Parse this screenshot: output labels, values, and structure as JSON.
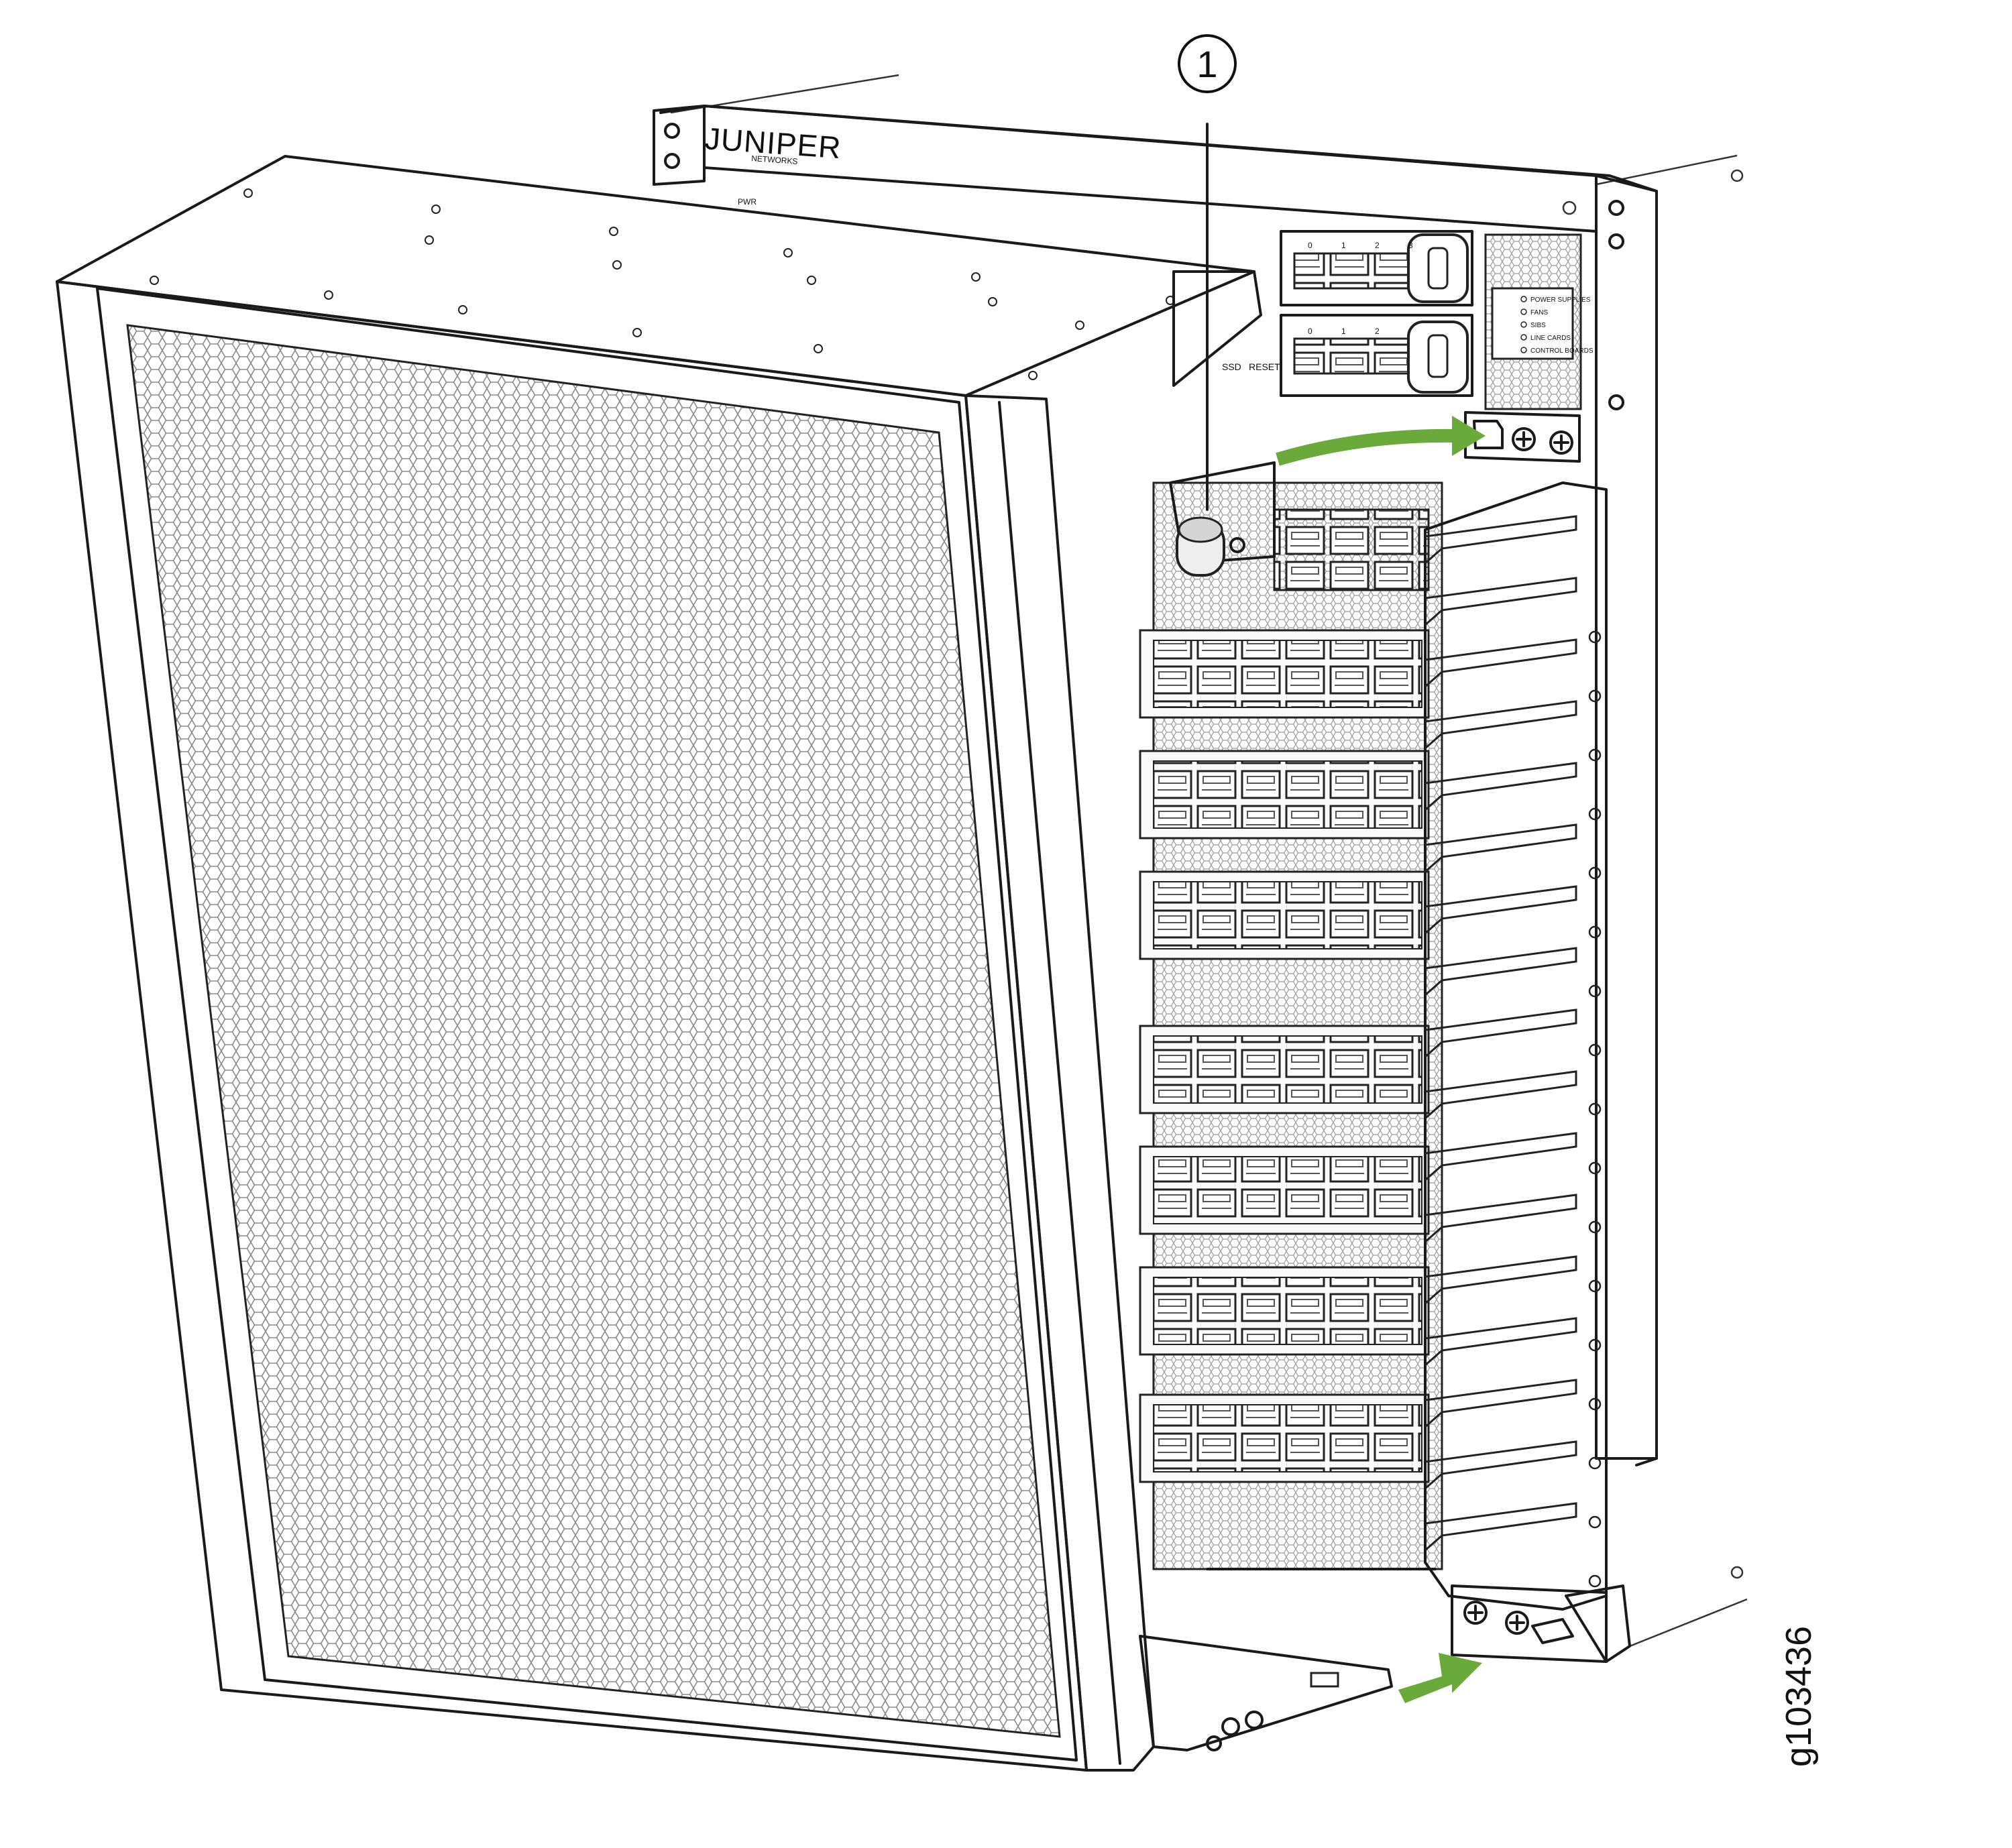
{
  "diagram": {
    "brand_logo_text": "JUNIPER",
    "brand_logo_subtext": "NETWORKS",
    "callouts": [
      {
        "number": "1"
      }
    ],
    "figure_id": "g103436",
    "status_panel_labels": [
      "POWER SUPPLIES",
      "FANS",
      "SIBS",
      "LINE CARDS",
      "CONTROL BOARDS"
    ],
    "port_group_labels": [
      "0",
      "1",
      "2",
      "3"
    ],
    "control_labels": [
      "RESET",
      "SSD",
      "PWR"
    ],
    "arrow_color": "#6aaa3a"
  }
}
